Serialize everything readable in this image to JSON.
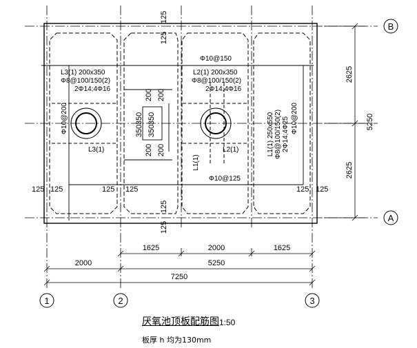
{
  "axes": {
    "row_b": "B",
    "row_a": "A",
    "col_1": "1",
    "col_2": "2",
    "col_3": "3"
  },
  "dimensions": {
    "right_top": "2625",
    "right_bottom": "2625",
    "right_total": "5250",
    "row1_left": "1625",
    "row1_mid": "2000",
    "row1_right": "1625",
    "row2_left": "2000",
    "row2_right": "5250",
    "row3_total": "7250",
    "edge_125": "125",
    "opening_200": "200",
    "opening_350": "350"
  },
  "annotations": {
    "beam_l3_name": "L3(1) 200x350",
    "beam_l3_stirrup": "Φ8@100/150(2)",
    "beam_l3_bars": "2Φ14;4Φ16",
    "beam_l3_label": "L3(1)",
    "beam_l2_name": "L2(1) 200x350",
    "beam_l2_stirrup": "Φ8@100/150(2)",
    "beam_l2_bars": "2Φ14;4Φ16",
    "beam_l2_label": "L2(1)",
    "beam_l1_label": "L1(1)",
    "beam_l1_name": "L1(1) 250x550",
    "beam_l1_stirrup": "Φ8@100/150(2)",
    "beam_l1_bars": "2Φ14;4Φ25",
    "slab_top_bar": "Φ10@150",
    "slab_bottom_bar": "Φ10@125",
    "slab_left_bar": "Φ10@200",
    "slab_right_bar": "Φ10@200"
  },
  "title": {
    "main": "厌氧池顶板配筋图",
    "scale": "1:50",
    "note": "板厚 h 均为130mm"
  }
}
